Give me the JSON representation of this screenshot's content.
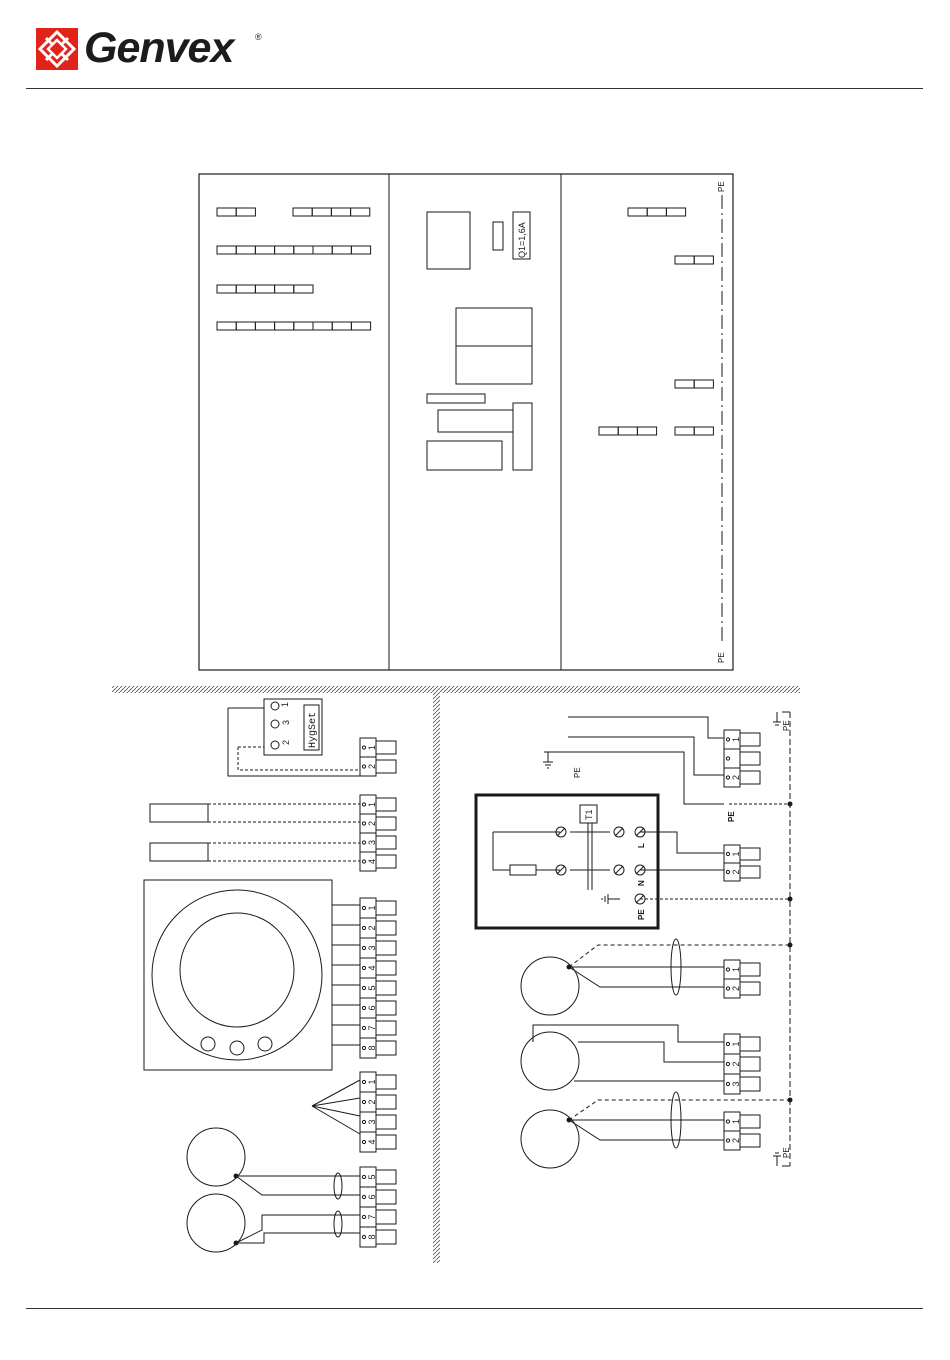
{
  "brand": {
    "name": "Genvex",
    "registered_mark": "®",
    "logo_colors": {
      "red": "#e2231a",
      "white": "#ffffff",
      "text": "#1c1c1c"
    }
  },
  "cabinet": {
    "breaker_label": "Q1=1,6A",
    "pe_top_label": "PE",
    "pe_bottom_label": "PE"
  },
  "hygrostat": {
    "label": "HygSet",
    "terminals": [
      "1",
      "3",
      "2"
    ]
  },
  "transformer": {
    "label": "T1"
  },
  "mains_box": {
    "terminal_labels": [
      "L",
      "N",
      "PE"
    ]
  },
  "pe_labels": [
    "PE",
    "PE",
    "PE",
    "PE"
  ],
  "terminal_blocks": {
    "hygrostat": [
      "1",
      "2"
    ],
    "sensors": [
      "1",
      "2",
      "3",
      "4"
    ],
    "panel": [
      "1",
      "2",
      "3",
      "4",
      "5",
      "6",
      "7",
      "8"
    ],
    "cable": [
      "1",
      "2",
      "3",
      "4"
    ],
    "motors_left": [
      "5",
      "6",
      "7",
      "8"
    ],
    "supply": [
      "1",
      "2"
    ],
    "mains": [
      "1",
      "2"
    ],
    "motor_a": [
      "1",
      "2"
    ],
    "motor_b": [
      "1",
      "2",
      "3"
    ],
    "motor_c": [
      "1",
      "2"
    ]
  }
}
